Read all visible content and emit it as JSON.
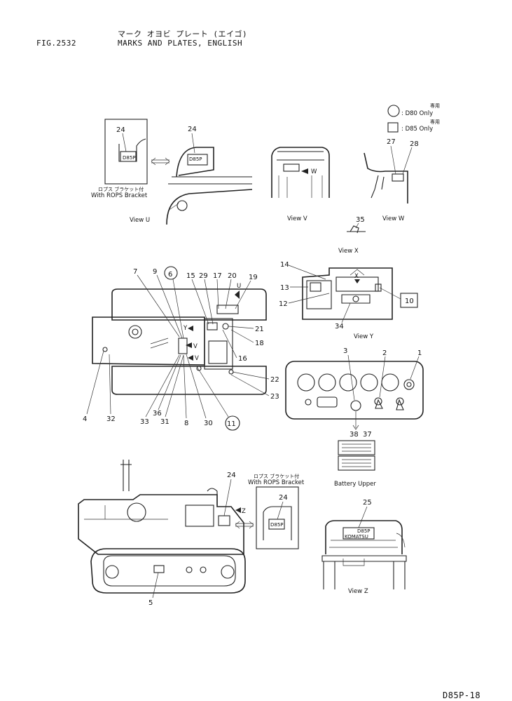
{
  "header": {
    "fig_number": "FIG.2532",
    "title_japanese": "マーク オヨビ プレート (エイゴ)",
    "title_english": "MARKS AND PLATES, ENGLISH"
  },
  "legend": {
    "d80_label": ": D80 Only",
    "d85_label": ": D85 Only",
    "d80_note": "専用",
    "d85_note": "専用"
  },
  "views": {
    "u": "View  U",
    "v": "View  V",
    "w": "View  W",
    "x": "View  X",
    "y": "View  Y",
    "z": "View  Z",
    "battery": "Battery  Upper"
  },
  "captions": {
    "rops_jp_1": "ロプス ブラケット付",
    "rops_en_1": "With ROPS Bracket",
    "rops_jp_2": "ロプス ブラケット付",
    "rops_en_2": "With ROPS Bracket"
  },
  "plate_text": {
    "d85p": "D85P",
    "komatsu": "KOMATSU"
  },
  "callouts": {
    "c1": "1",
    "c2": "2",
    "c3": "3",
    "c4": "4",
    "c5": "5",
    "c6": "6",
    "c7": "7",
    "c8": "8",
    "c9": "9",
    "c10": "10",
    "c11": "11",
    "c12": "12",
    "c13": "13",
    "c14": "14",
    "c15": "15",
    "c16": "16",
    "c17": "17",
    "c18": "18",
    "c19": "19",
    "c20": "20",
    "c21": "21",
    "c22": "22",
    "c23": "23",
    "c24a": "24",
    "c24b": "24",
    "c24c": "24",
    "c24d": "24",
    "c25": "25",
    "c27": "27",
    "c28": "28",
    "c29": "29",
    "c30": "30",
    "c31": "31",
    "c32": "32",
    "c33": "33",
    "c34": "34",
    "c35": "35",
    "c36": "36",
    "c37": "37",
    "c38": "38"
  },
  "arrow_labels": {
    "u": "U",
    "v1": "V",
    "v2": "V",
    "w": "W",
    "x": "X",
    "y": "Y",
    "z": "Z"
  },
  "page_code": "D85P-18"
}
